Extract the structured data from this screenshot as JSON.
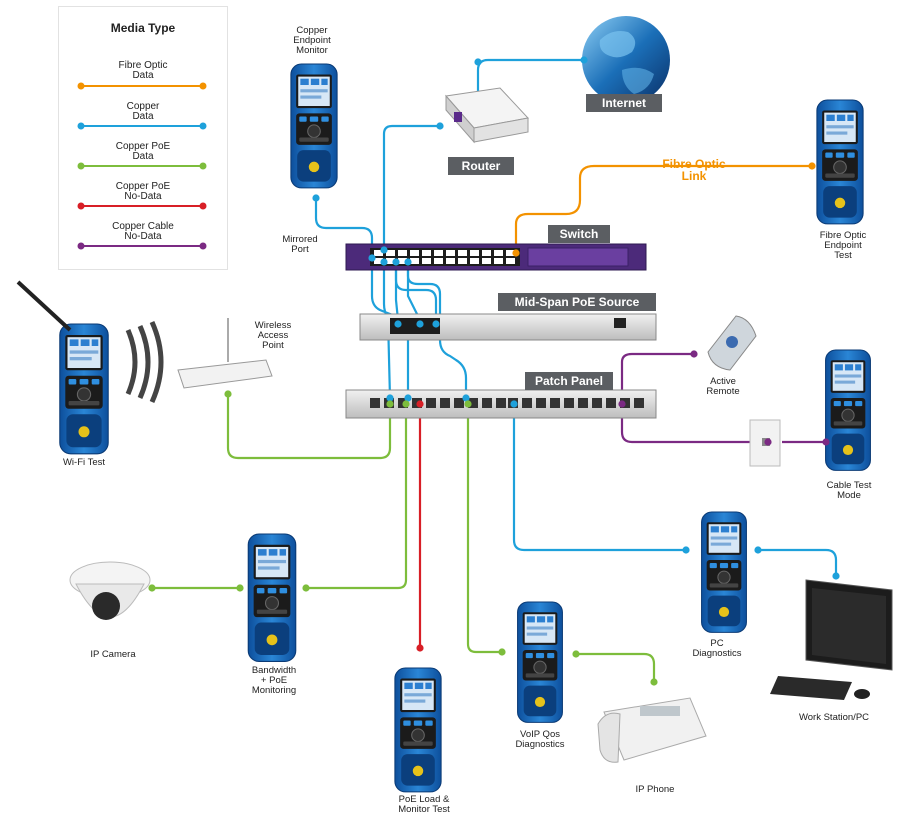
{
  "colors": {
    "fibre": "#f39200",
    "copper": "#1ea1db",
    "copper_poe": "#7dbd3c",
    "poe_nodata": "#d81f26",
    "cable_nodata": "#7b2a83",
    "tag_bg": "#5b5e62"
  },
  "legend": {
    "title": "Media Type",
    "items": [
      {
        "label": "Fibre Optic\nData",
        "color": "#f39200"
      },
      {
        "label": "Copper\nData",
        "color": "#1ea1db"
      },
      {
        "label": "Copper PoE\nData",
        "color": "#7dbd3c"
      },
      {
        "label": "Copper PoE\nNo-Data",
        "color": "#d81f26"
      },
      {
        "label": "Copper Cable\nNo-Data",
        "color": "#7b2a83"
      }
    ]
  },
  "tags": {
    "internet": "Internet",
    "router": "Router",
    "switch": "Switch",
    "midspan": "Mid-Span PoE Source",
    "patch_panel": "Patch Panel"
  },
  "fibre_link": "Fibre Optic\nLink",
  "labels": {
    "copper_endpoint": "Copper\nEndpoint\nMonitor",
    "mirrored_port": "Mirrored\nPort",
    "fibre_endpoint": "Fibre Optic\nEndpoint\nTest",
    "wireless_ap": "Wireless\nAccess\nPoint",
    "wifi_test": "Wi-Fi Test",
    "active_remote": "Active\nRemote",
    "cable_test": "Cable Test\nMode",
    "ip_camera": "IP Camera",
    "bandwidth": "Bandwidth\n+ PoE\nMonitoring",
    "poe_load": "PoE Load &\nMonitor Test",
    "voip": "VoIP Qos\nDiagnostics",
    "ip_phone": "IP Phone",
    "pc_diag": "PC\nDiagnostics",
    "workstation": "Work Station/PC"
  }
}
